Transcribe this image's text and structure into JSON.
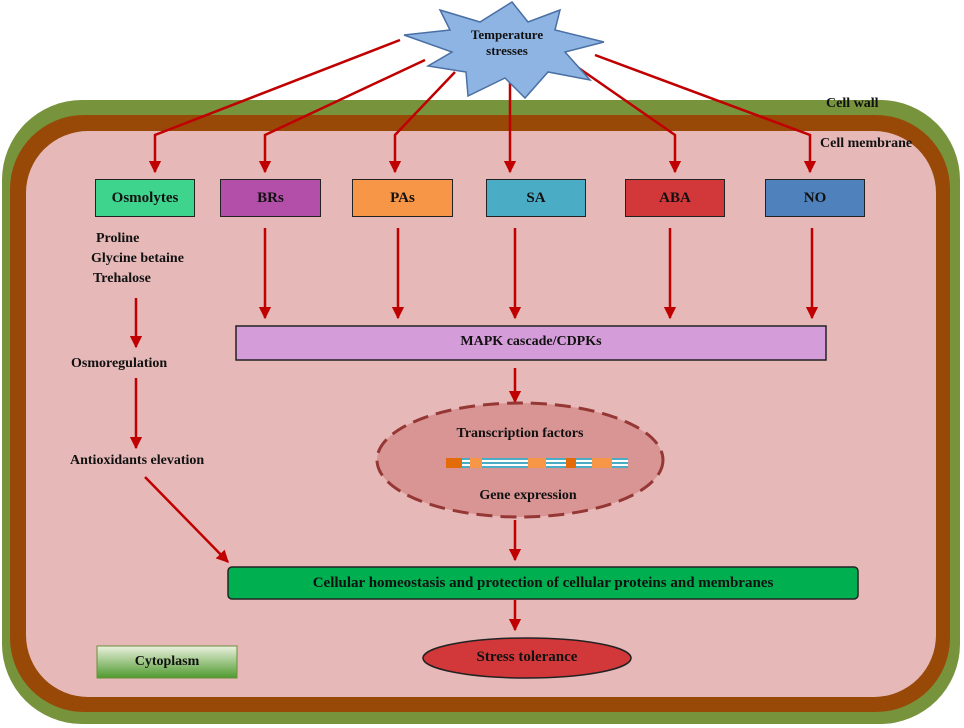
{
  "stress": {
    "title_line1": "Temperature",
    "title_line2": "stresses"
  },
  "cell_wall_label": "Cell wall",
  "cell_membrane_label": "Cell membrane",
  "signals": [
    {
      "key": "osmolytes",
      "label": "Osmolytes",
      "color": "#3fd48e"
    },
    {
      "key": "brs",
      "label": "BRs",
      "color": "#b34fa9"
    },
    {
      "key": "pas",
      "label": "PAs",
      "color": "#f79646"
    },
    {
      "key": "sa",
      "label": "SA",
      "color": "#4bacc6"
    },
    {
      "key": "aba",
      "label": "ABA",
      "color": "#d2383a"
    },
    {
      "key": "no",
      "label": "NO",
      "color": "#4f81bd"
    }
  ],
  "osmolyte_list": [
    "Proline",
    "Glycine betaine",
    "Trehalose"
  ],
  "osmoregulation": "Osmoregulation",
  "antioxidants": "Antioxidants elevation",
  "mapk": {
    "label": "MAPK cascade/CDPKs",
    "color": "#d49cd8"
  },
  "nucleus": {
    "tf_label": "Transcription factors",
    "gene_label": "Gene expression"
  },
  "homeostasis": {
    "label": "Cellular homeostasis and protection of  cellular proteins and membranes",
    "color": "#00b050"
  },
  "tolerance": {
    "label": "Stress tolerance",
    "color": "#d2383a"
  },
  "cytoplasm_label": "Cytoplasm",
  "colors": {
    "wall": "#77933c",
    "membrane": "#984807",
    "cytoplasm": "#e6b9b8",
    "arrow": "#c00000",
    "star": "#8db4e2"
  }
}
